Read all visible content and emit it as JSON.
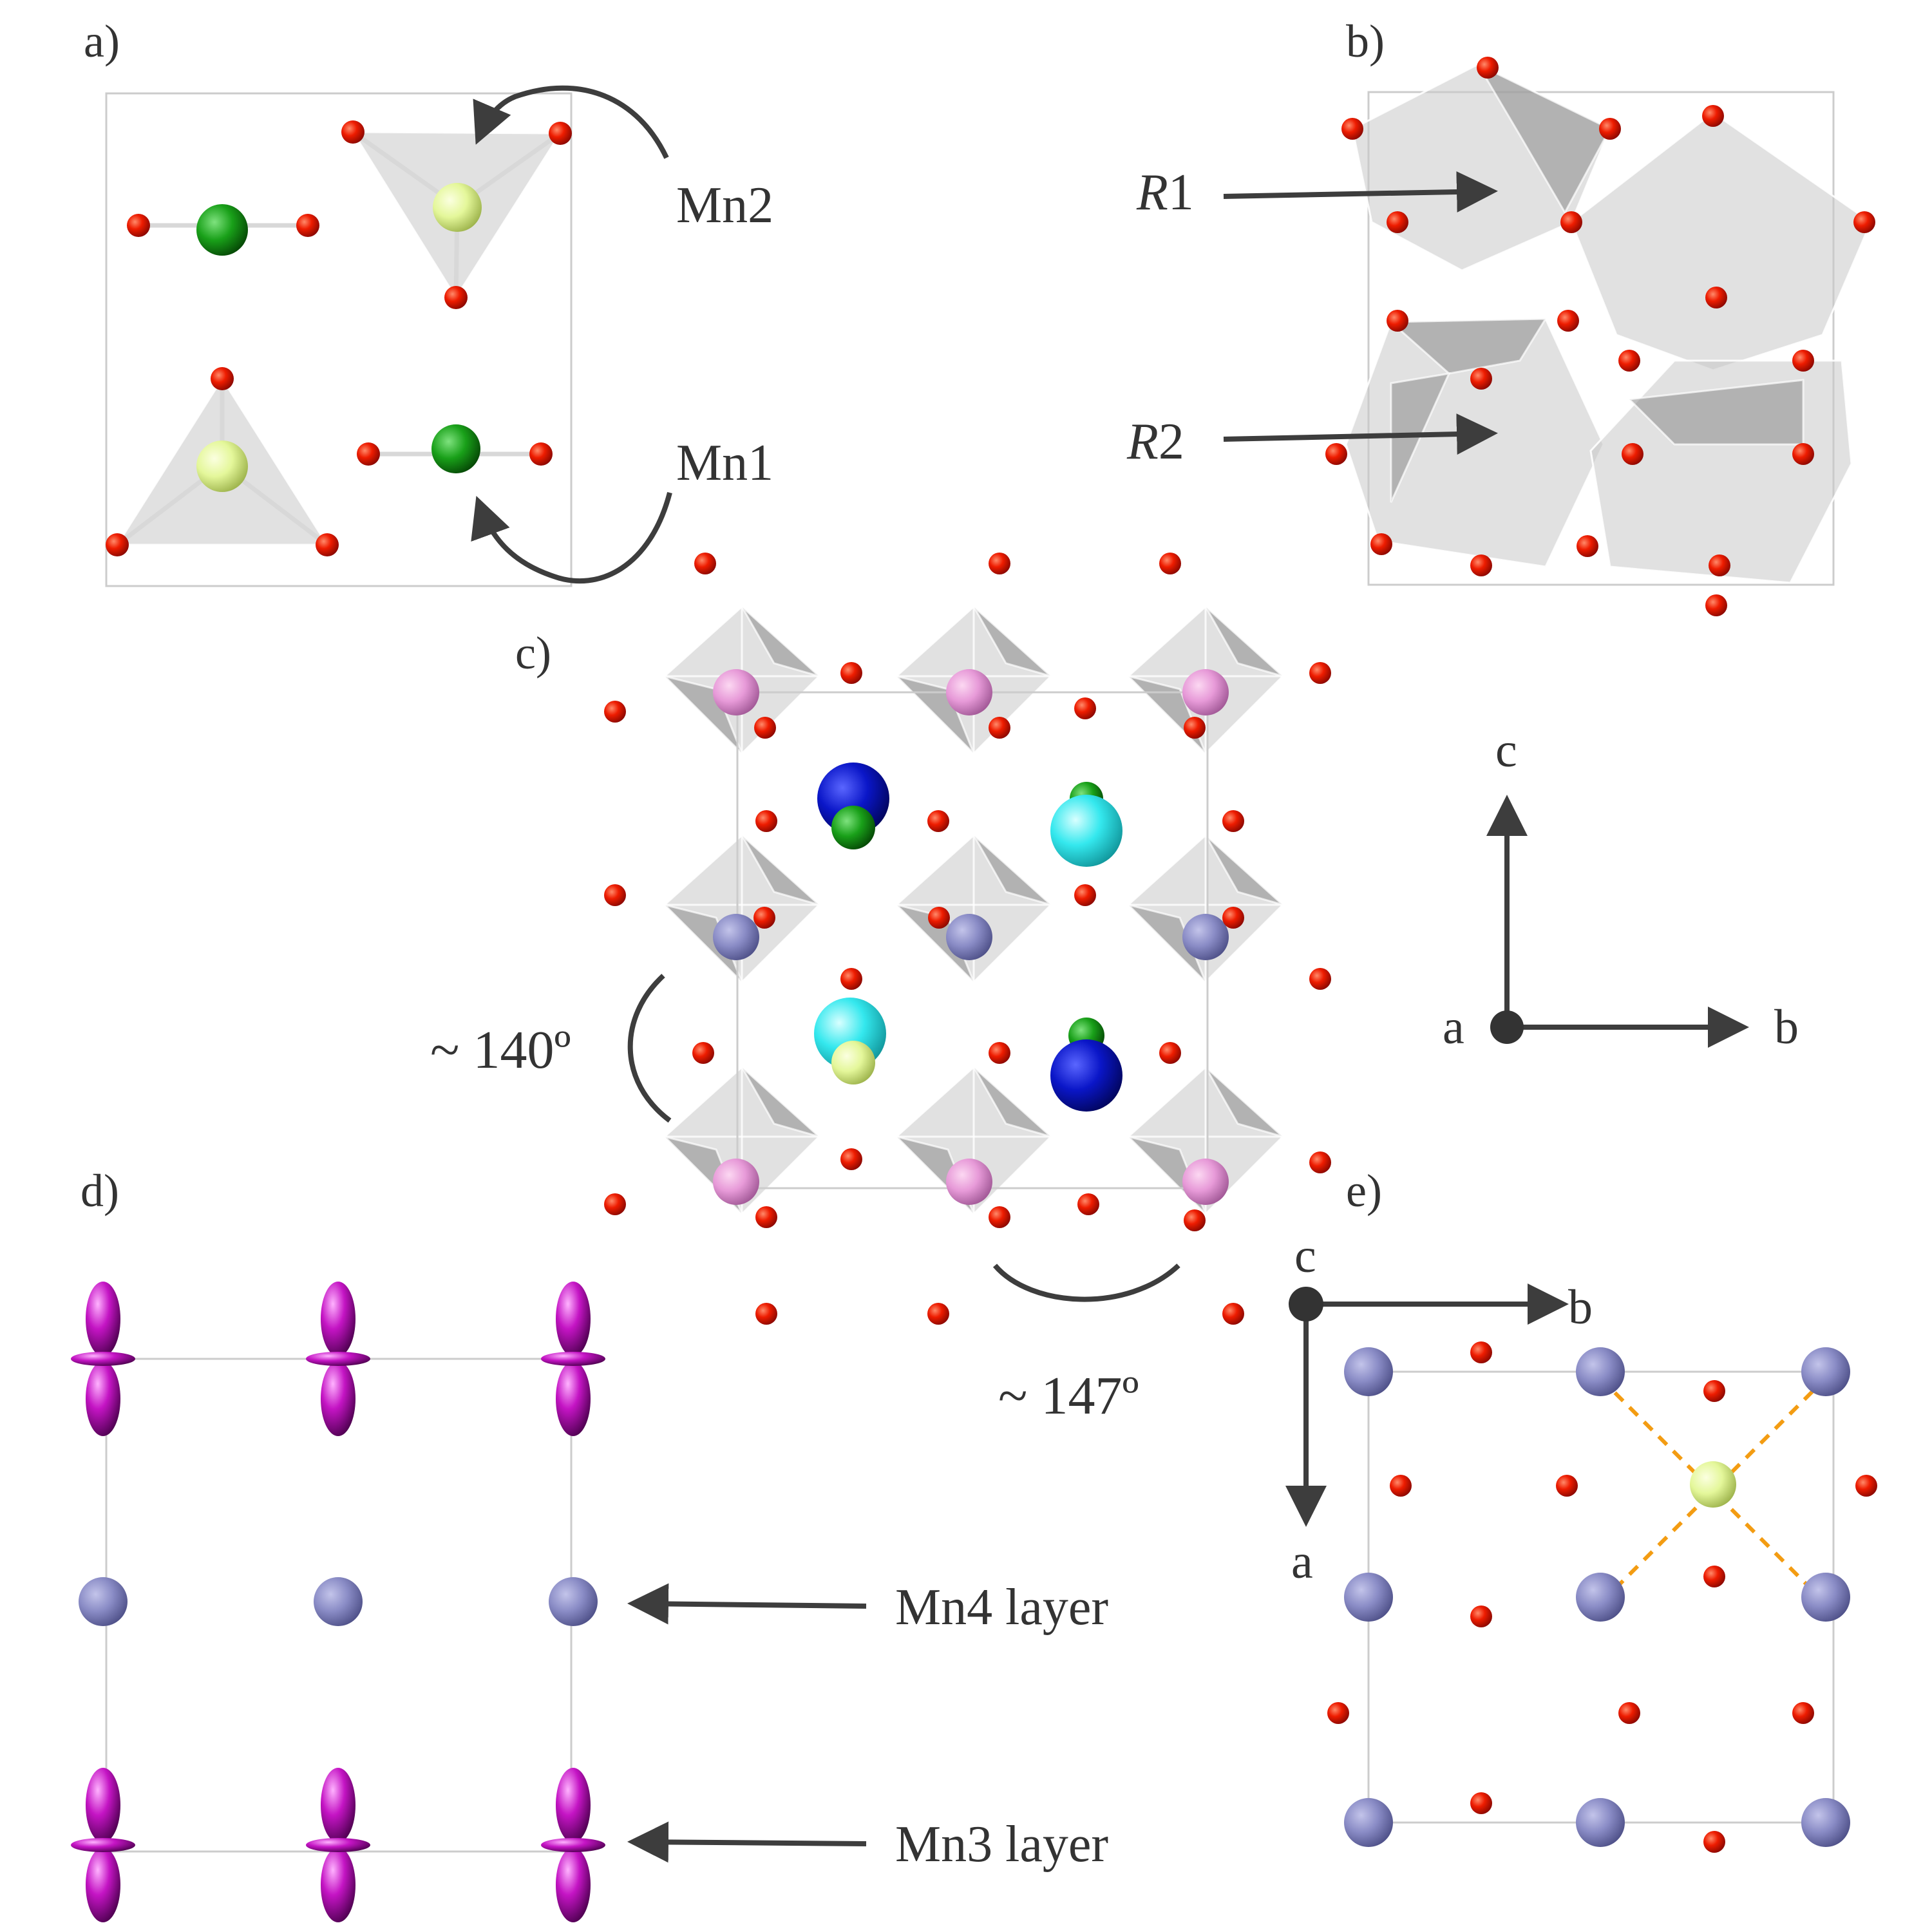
{
  "panels": {
    "a": {
      "tag": "a)",
      "mn2": "Mn2",
      "mn1": "Mn1"
    },
    "b": {
      "tag": "b)",
      "r1_italic": "R",
      "r1_num": "1",
      "r2_italic": "R",
      "r2_num": "2"
    },
    "c": {
      "tag": "c)",
      "angle1": "~ 140º",
      "angle2": "~ 147º"
    },
    "axes_c": {
      "c": "c",
      "a": "a",
      "b": "b"
    },
    "d": {
      "tag": "d)",
      "mn4": "Mn4 layer",
      "mn3": "Mn3 layer"
    },
    "e": {
      "tag": "e)",
      "c": "c",
      "b": "b",
      "a": "a"
    }
  },
  "colors": {
    "oxygen": "#ee1c00",
    "mn1": "#19a019",
    "mn2": "#e4f79a",
    "mn3_orbital": "#c414c4",
    "mn4": "#8a8cc6",
    "a_site_pink": "#e79ad8",
    "blue_ion": "#0a16c8",
    "cyan_ion": "#34e8ee",
    "dashed_line": "#f39c12"
  }
}
